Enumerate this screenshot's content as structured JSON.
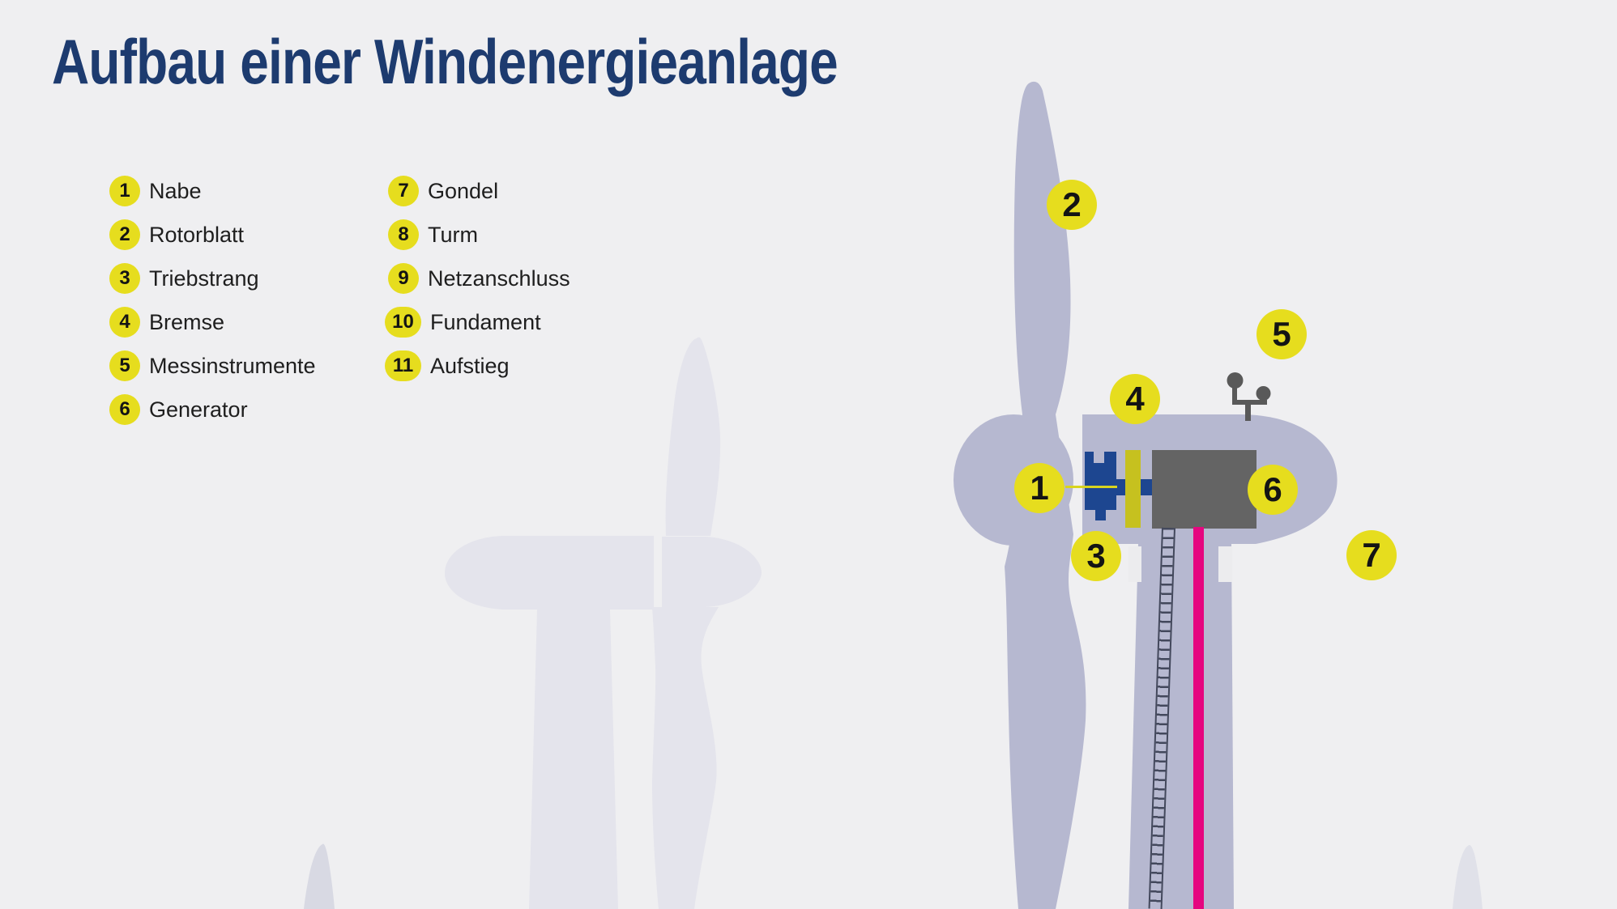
{
  "title": "Aufbau einer Windenergieanlage",
  "legend": {
    "col1": [
      {
        "num": "1",
        "label": "Nabe"
      },
      {
        "num": "2",
        "label": "Rotorblatt"
      },
      {
        "num": "3",
        "label": "Triebstrang"
      },
      {
        "num": "4",
        "label": "Bremse"
      },
      {
        "num": "5",
        "label": "Messinstrumente"
      },
      {
        "num": "6",
        "label": "Generator"
      }
    ],
    "col2": [
      {
        "num": "7",
        "label": "Gondel"
      },
      {
        "num": "8",
        "label": "Turm"
      },
      {
        "num": "9",
        "label": "Netzanschluss"
      },
      {
        "num": "10",
        "label": "Fundament"
      },
      {
        "num": "11",
        "label": "Aufstieg"
      }
    ]
  },
  "diagram": {
    "markers": [
      "1",
      "2",
      "3",
      "4",
      "5",
      "6",
      "7"
    ]
  },
  "colors": {
    "background": "#efeff1",
    "title_navy": "#1d3b6f",
    "badge_yellow": "#e6dd1e",
    "turbine_lavender": "#b6b8d0",
    "silhouette_gray": "#e4e4ec",
    "corner_blade_gray": "#d8d9e3",
    "gearbox_blue": "#1d4690",
    "brake_disc_olive": "#c6c11f",
    "generator_gray": "#646464",
    "cable_pink": "#e5067f",
    "ladder_slate": "#43485c",
    "anemometer_gray": "#595959",
    "text_dark": "#1e1e1e"
  }
}
